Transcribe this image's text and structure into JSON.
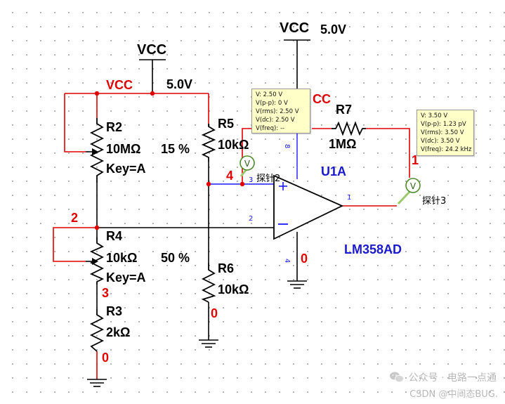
{
  "supply": {
    "vcc_left_name": "VCC",
    "vcc_left_value": "5.0V",
    "vcc_right_name": "VCC",
    "vcc_right_value": "5.0V",
    "net_vcc_label_left": "VCC",
    "net_vcc_label_right": "CC"
  },
  "components": {
    "R2": {
      "ref": "R2",
      "value": "10MΩ",
      "percent": "15 %",
      "key": "Key=A"
    },
    "R4": {
      "ref": "R4",
      "value": "10kΩ",
      "percent": "50 %",
      "key": "Key=A"
    },
    "R3": {
      "ref": "R3",
      "value": "2kΩ"
    },
    "R5": {
      "ref": "R5",
      "value": "10kΩ"
    },
    "R6": {
      "ref": "R6",
      "value": "10kΩ"
    },
    "R7": {
      "ref": "R7",
      "value": "1MΩ"
    },
    "U1": {
      "ref": "U1A",
      "part": "LM358AD"
    }
  },
  "nets": {
    "n2": "2",
    "n3": "3",
    "n0_left": "0",
    "n0_mid": "0",
    "n0_opamp": "0",
    "n4": "4",
    "n1": "1"
  },
  "pins": {
    "p3": "3",
    "p2": "2",
    "p1": "1",
    "p8": "8",
    "p4": "4"
  },
  "probes": {
    "probe2": {
      "label": "探针2",
      "lines": [
        "V: 2.50 V",
        "V(p-p): 0 V",
        "V(rms): 2.50 V",
        "V(dc): 2.50 V",
        "V(freq): --"
      ]
    },
    "probe3": {
      "label": "探针3",
      "lines": [
        "V: 3.50 V",
        "V(p-p): 1.23 pV",
        "V(rms): 3.50 V",
        "V(dc): 3.50 V",
        "V(freq): 24.2 kHz"
      ]
    }
  },
  "watermark": {
    "text": "公众号 · 电路一点通",
    "credit": "CSDN @中间态BUG."
  },
  "colors": {
    "wire_red": "#e00000",
    "wire_blue": "#1a1aff",
    "wire_black": "#000000",
    "label_blue": "#1a1acc"
  }
}
